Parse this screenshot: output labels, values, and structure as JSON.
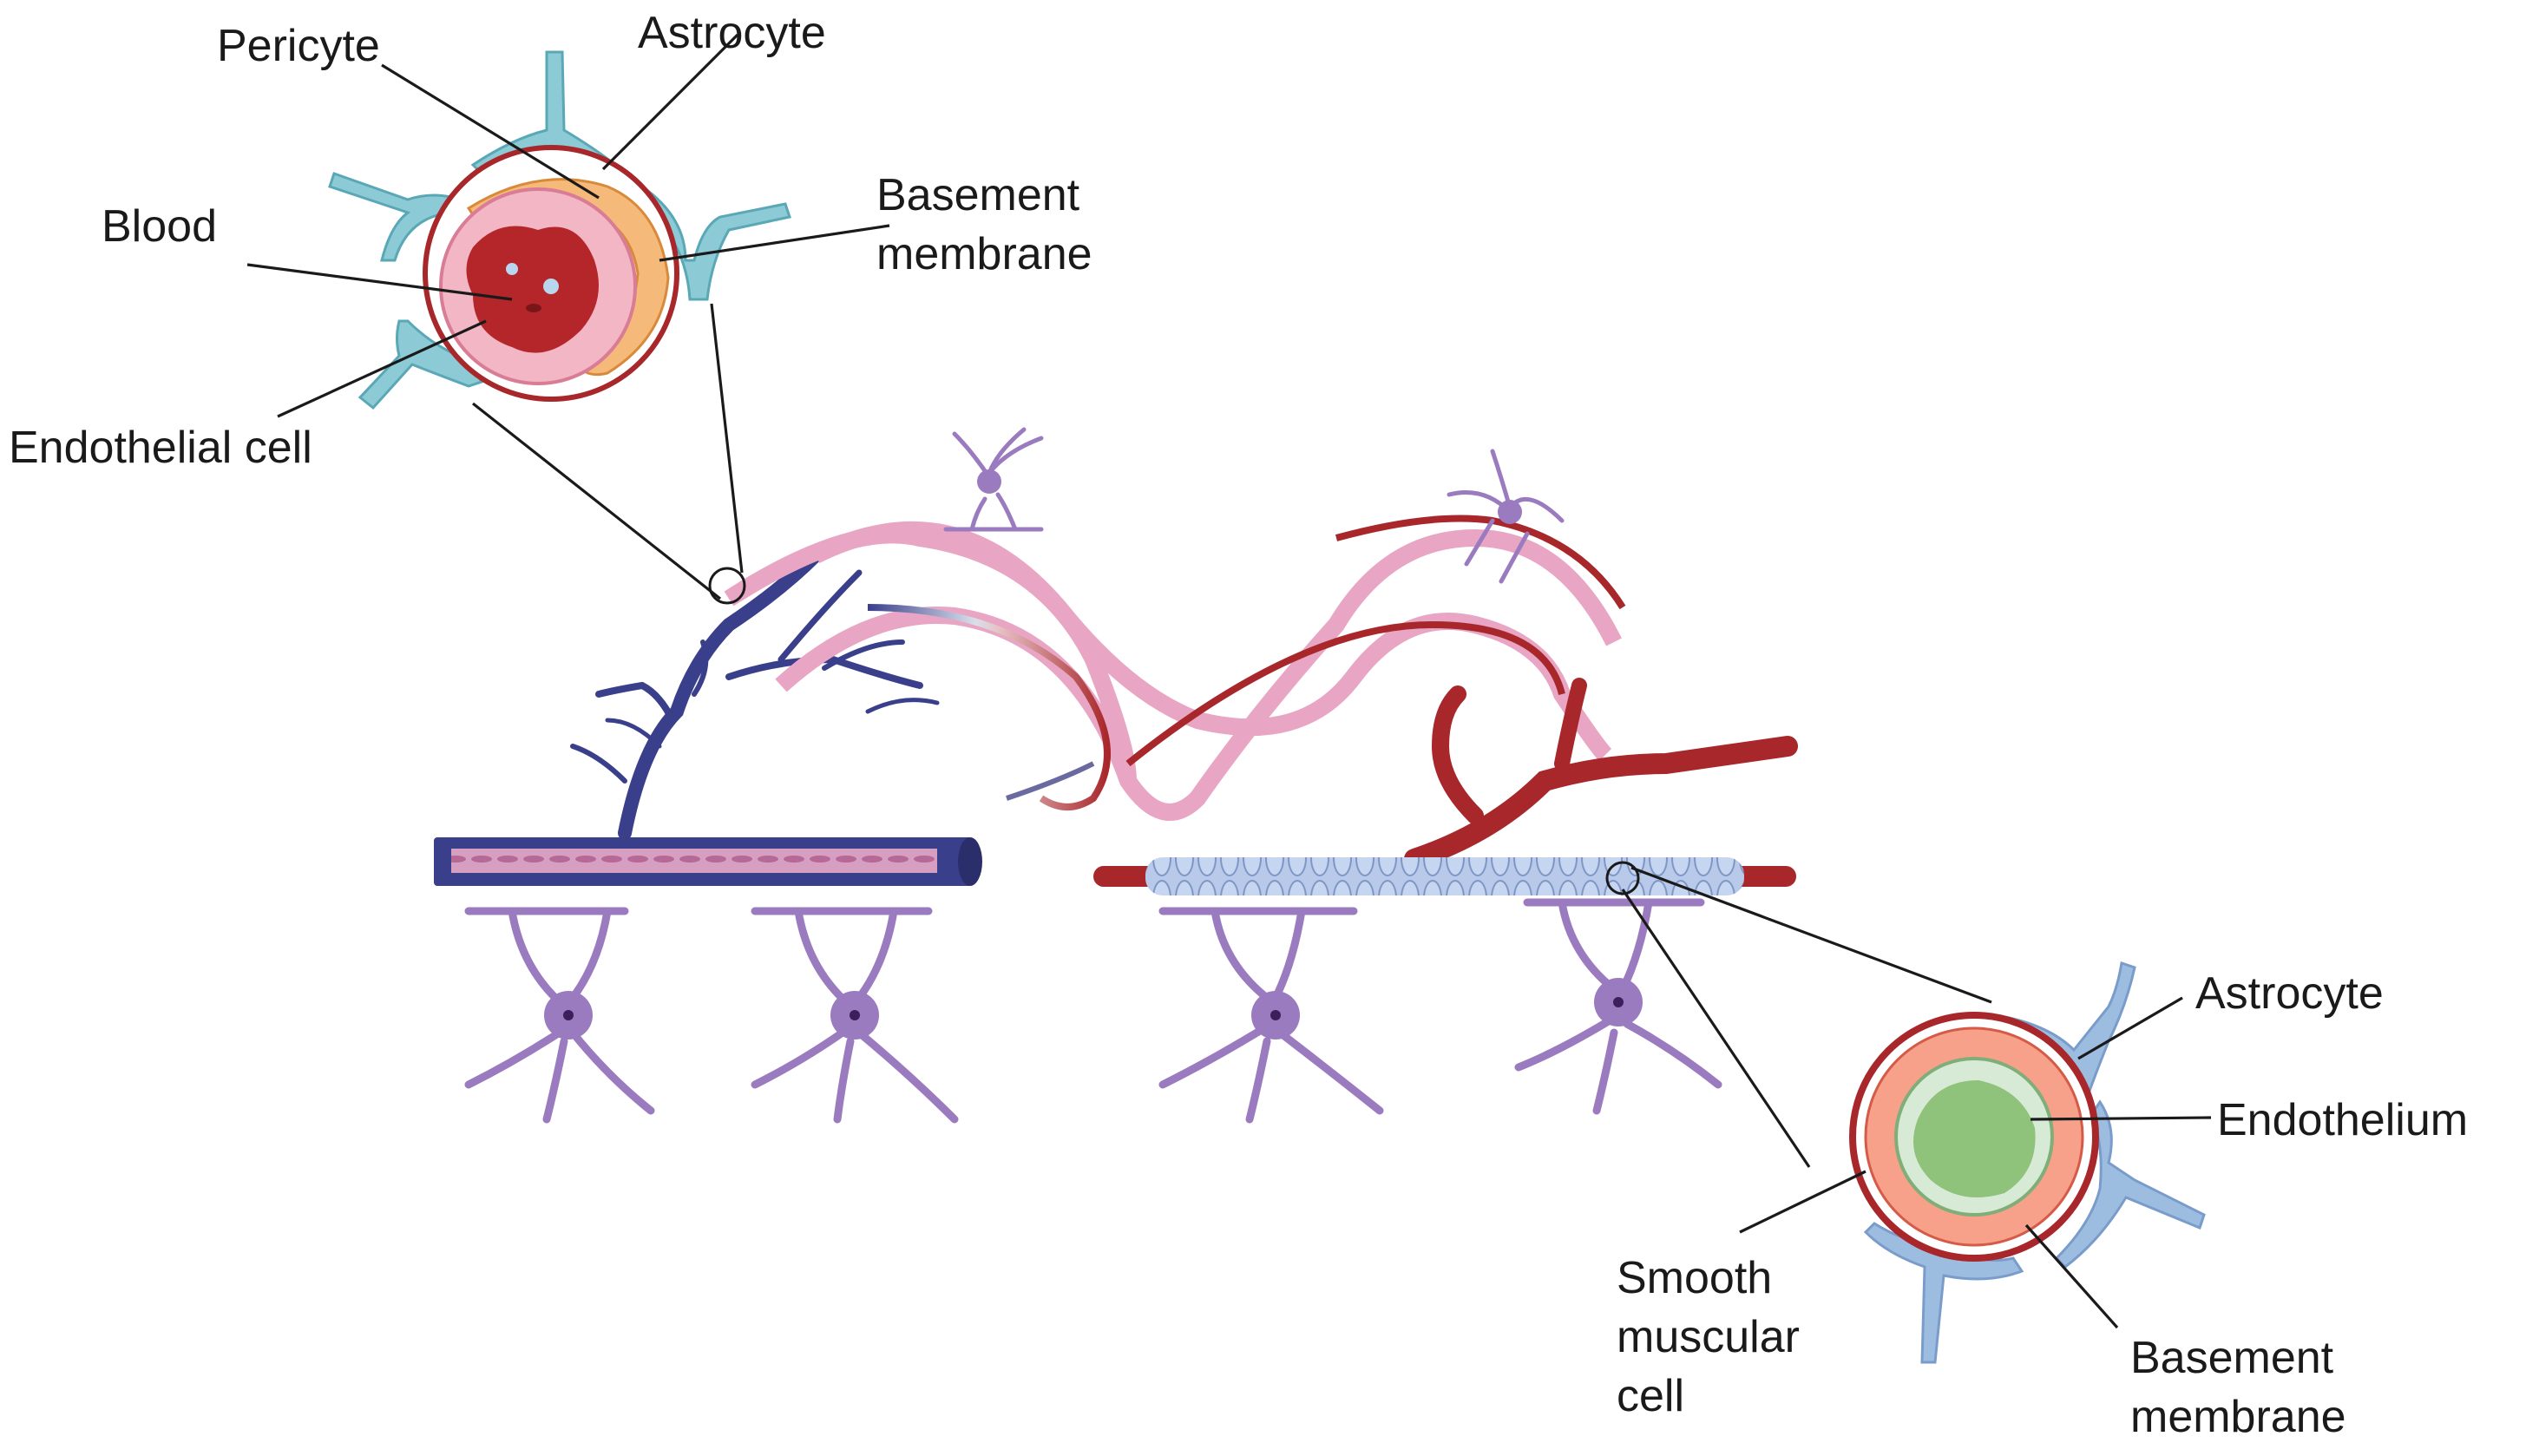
{
  "top_cross_section": {
    "labels": {
      "pericyte": "Pericyte",
      "astrocyte": "Astrocyte",
      "blood": "Blood",
      "basement_line1": "Basement",
      "basement_line2": "membrane",
      "endothelial": "Endothelial cell"
    }
  },
  "bottom_cross_section": {
    "labels": {
      "astrocyte": "Astrocyte",
      "endothelium": "Endothelium",
      "smooth_line1": "Smooth",
      "smooth_line2": "muscular",
      "smooth_line3": "cell",
      "basement_line1": "Basement",
      "basement_line2": "membrane"
    }
  },
  "colors": {
    "vein": "#3a3f8c",
    "artery": "#a8272b",
    "capillary": "#e8a6c4",
    "astrocyte_top": "#8ccbd6",
    "astrocyte_bottom": "#9dbde0",
    "neuron": "#9b7bbf",
    "pericyte": "#f5b97a",
    "endothelium_green": "#8fc27a"
  }
}
